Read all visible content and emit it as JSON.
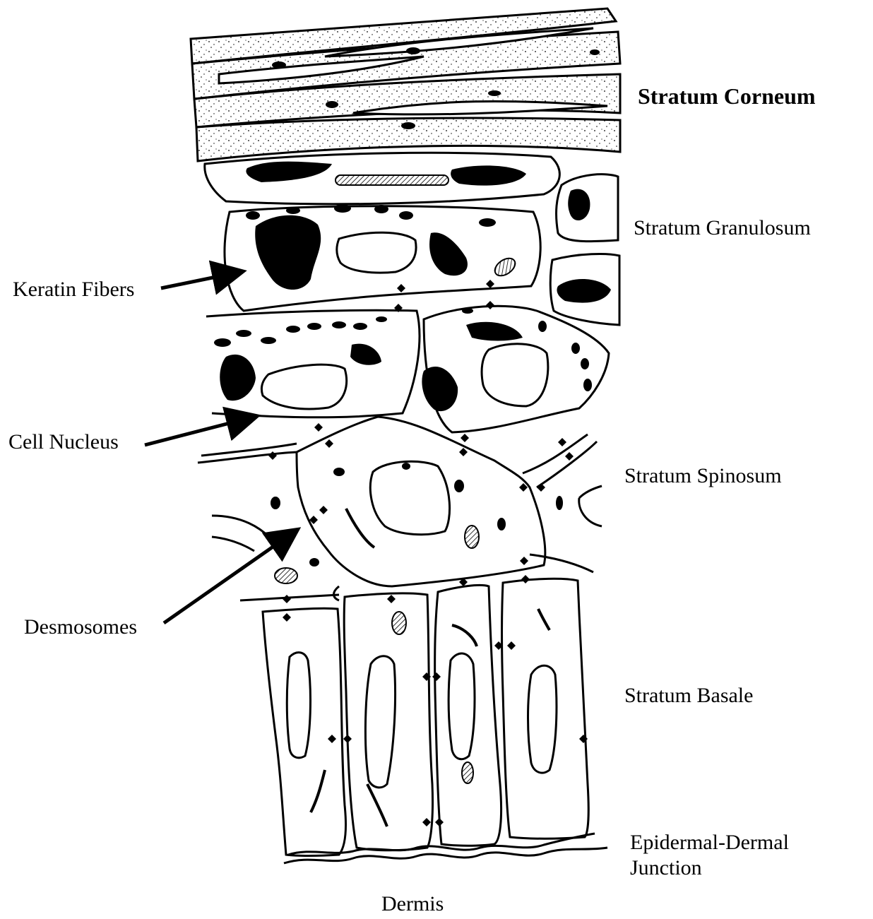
{
  "diagram": {
    "layers": {
      "stratum_corneum": "Stratum Corneum",
      "stratum_granulosum": "Stratum Granulosum",
      "stratum_spinosum": "Stratum Spinosum",
      "stratum_basale": "Stratum Basale",
      "junction": "Epidermal-Dermal Junction",
      "dermis": "Dermis"
    },
    "callouts": {
      "keratin_fibers": "Keratin Fibers",
      "cell_nucleus": "Cell Nucleus",
      "desmosomes": "Desmosomes"
    }
  }
}
